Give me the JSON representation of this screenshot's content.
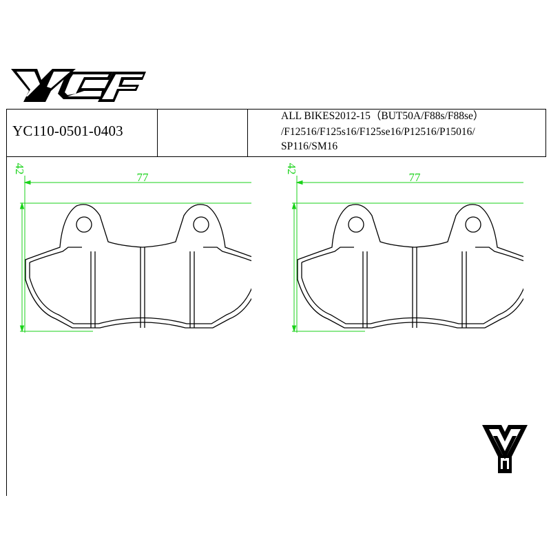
{
  "header": {
    "logo_text": "YCF"
  },
  "part": {
    "number": "YC110-0501-0403",
    "fitment_lines": [
      "ALL BIKES2012-15（BUT50A/F88s/F88se）",
      "/F12516/F125s16/F125se16/P12516/P15016/",
      "SP116/SM16"
    ]
  },
  "drawings": [
    {
      "width_label": "77",
      "height_label": "42"
    },
    {
      "width_label": "77",
      "height_label": "42"
    }
  ],
  "colors": {
    "dimension": "#19d219",
    "line": "#000000"
  },
  "brand_mark": {
    "icon": "y-brand-icon"
  }
}
